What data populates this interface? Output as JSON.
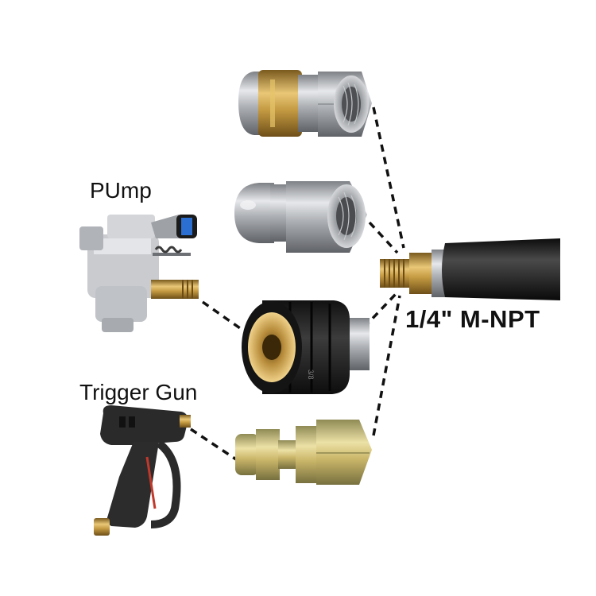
{
  "labels": {
    "pump": "PUmp",
    "trigger_gun": "Trigger Gun",
    "thread_spec": "1/4\" M-NPT"
  },
  "nozzle_marking": "3/8",
  "colors": {
    "background": "#ffffff",
    "stainless": "#b9bcc0",
    "brass": "#c9a44e",
    "hose": "#1f1f1f",
    "zinc": "#d9c37a",
    "gun_body": "#2a2a2a",
    "dash_line": "#111111"
  }
}
